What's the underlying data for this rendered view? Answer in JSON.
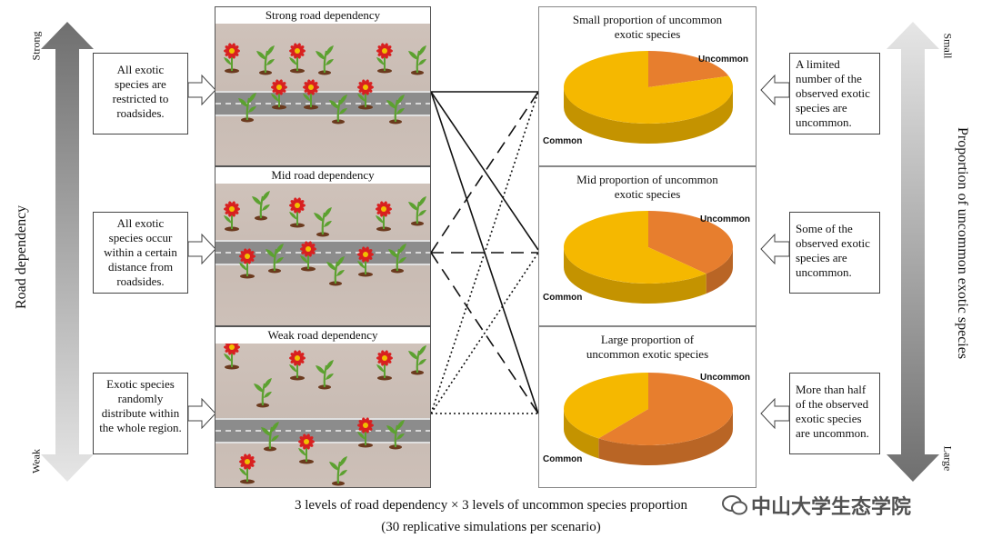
{
  "left_axis": {
    "label": "Road dependency",
    "top_label": "Strong",
    "bottom_label": "Weak"
  },
  "right_axis": {
    "label": "Proportion of uncommon exotic species",
    "top_label": "Small",
    "bottom_label": "Large"
  },
  "road_scenarios": [
    {
      "title": "Strong road dependency",
      "description": "All exotic species are restricted to roadsides."
    },
    {
      "title": "Mid road dependency",
      "description": "All exotic species occur within a certain distance from roadsides."
    },
    {
      "title": "Weak road dependency",
      "description": "Exotic species randomly distribute within the whole region."
    }
  ],
  "proportion_scenarios": [
    {
      "title_line1": "Small proportion of uncommon",
      "title_line2": "exotic species",
      "description": "A limited number of the observed exotic species are uncommon.",
      "uncommon_fraction": 0.2
    },
    {
      "title_line1": "Mid proportion of uncommon",
      "title_line2": "exotic species",
      "description": "Some of the observed exotic species are uncommon.",
      "uncommon_fraction": 0.38
    },
    {
      "title_line1": "Large proportion of",
      "title_line2": "uncommon exotic species",
      "description": "More than half of the observed exotic species are uncommon.",
      "uncommon_fraction": 0.6
    }
  ],
  "pie_labels": {
    "uncommon": "Uncommon",
    "common": "Common"
  },
  "colors": {
    "common": "#f5b800",
    "uncommon": "#e77e2e",
    "road": "#8c8c8c",
    "flower": "#d82020",
    "leaf": "#5ca130"
  },
  "footer": {
    "line1": "3 levels of road dependency  ×  3 levels of uncommon species proportion",
    "line2": "(30 replicative simulations per scenario)"
  },
  "watermark": "中山大学生态学院"
}
